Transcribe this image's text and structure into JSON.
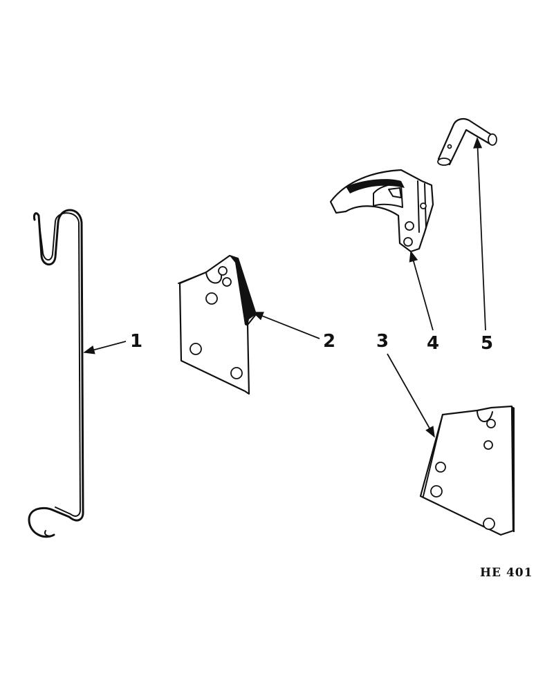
{
  "callouts": {
    "part1": "1",
    "part2": "2",
    "part3": "3",
    "part4": "4",
    "part5": "5"
  },
  "reference_code": "HE 401",
  "colors": {
    "ink": "#111111",
    "paper": "#ffffff"
  }
}
